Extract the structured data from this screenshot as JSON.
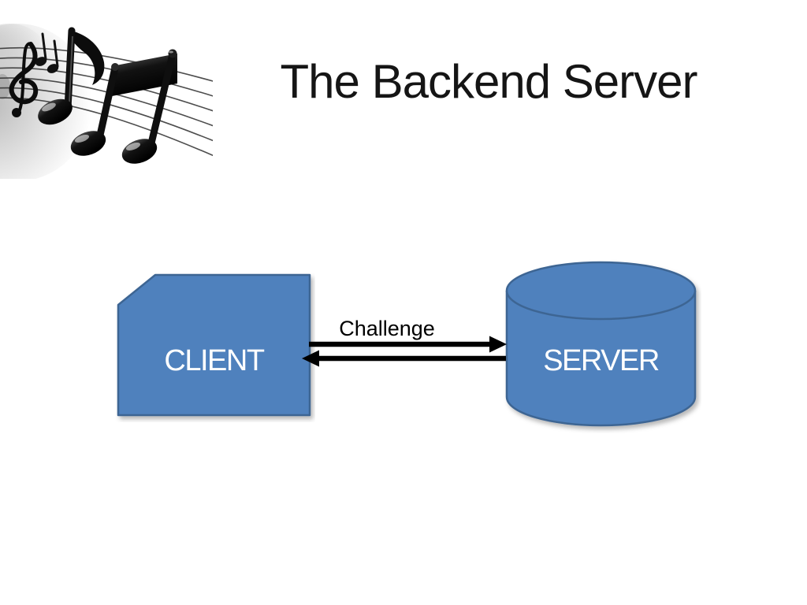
{
  "slide": {
    "title": "The Backend Server"
  },
  "decoration": {
    "clipart": "music-notes-clipart"
  },
  "diagram": {
    "client": {
      "label": "CLIENT",
      "shape": "snipped-corner-rectangle"
    },
    "server": {
      "label": "SERVER",
      "shape": "database-cylinder"
    },
    "arrows": {
      "label": "Challenge",
      "top_arrow_direction": "right",
      "bottom_arrow_direction": "left"
    }
  },
  "colors": {
    "background": "#ffffff",
    "title_text": "#151515",
    "shape_fill": "#4f81bd",
    "shape_stroke": "#3e6593",
    "shape_text": "#ffffff",
    "arrow": "#000000"
  }
}
